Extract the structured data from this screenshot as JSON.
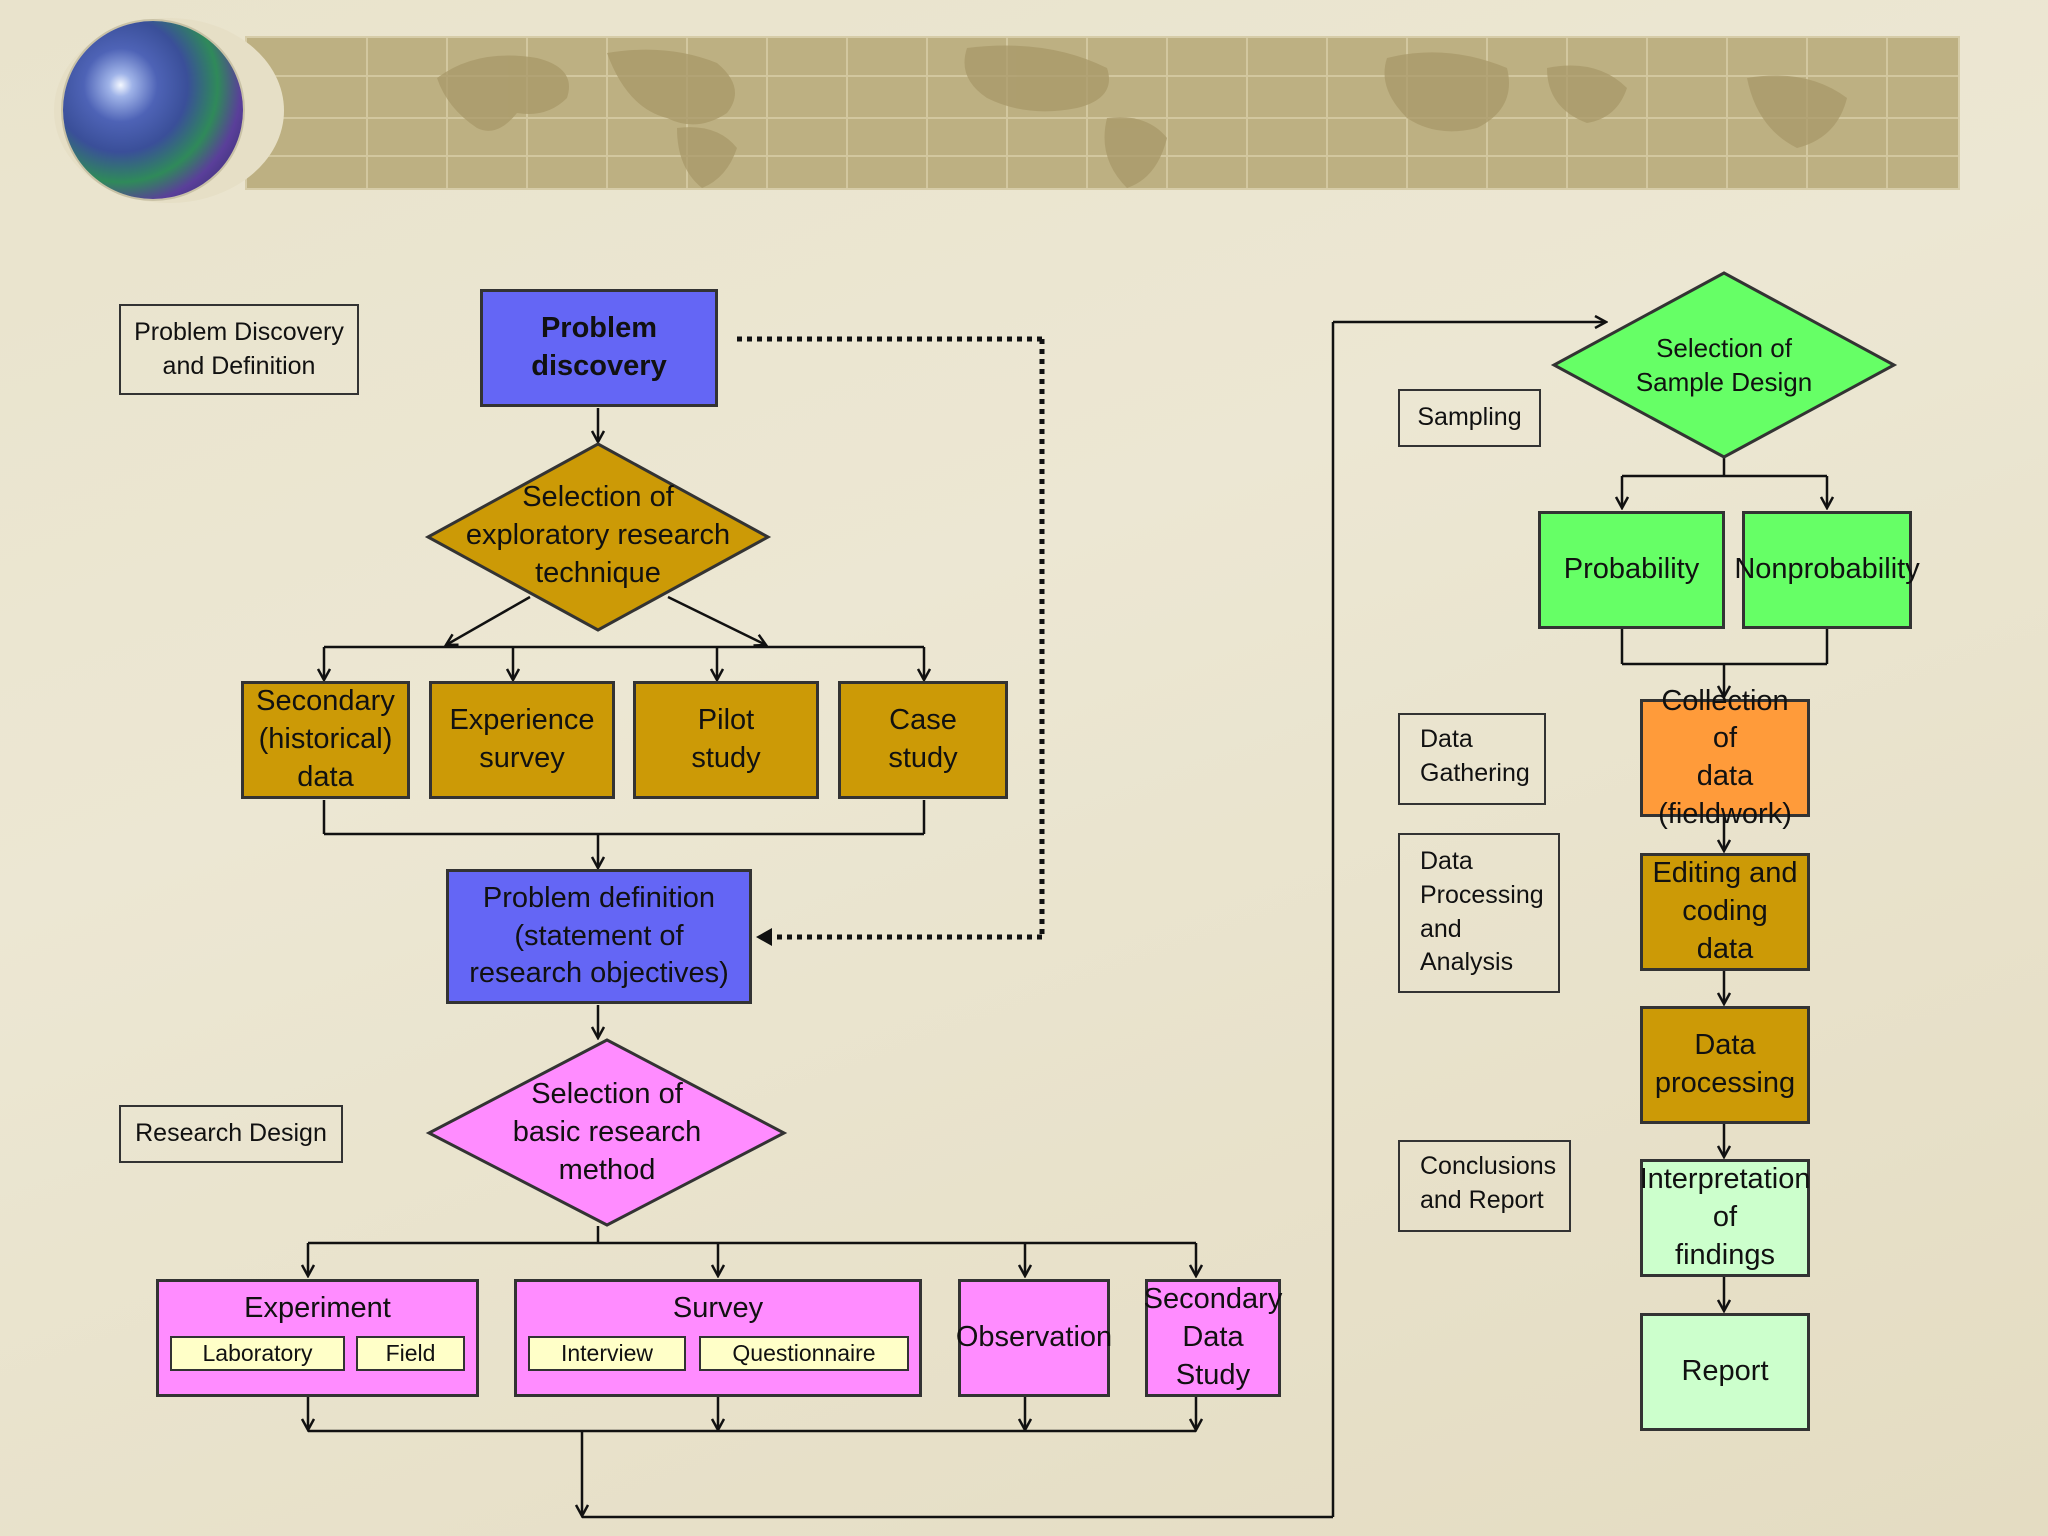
{
  "colors": {
    "blue": "#6466f5",
    "gold": "#cc9a06",
    "pink": "#ff8cff",
    "green": "#66ff66",
    "orange": "#ff9b3a",
    "mint": "#ccffcc",
    "sub_box": "#ffffc8",
    "banner": "#bdb082"
  },
  "icons": {
    "globe": "globe-icon"
  },
  "stage_labels": {
    "problem": "Problem Discovery\nand Definition",
    "design": "Research Design",
    "sampling": "Sampling",
    "gathering": "Data\nGathering",
    "processing": "Data\nProcessing\nand\nAnalysis",
    "conclusions": "Conclusions\nand Report"
  },
  "nodes": {
    "problem_discovery": "Problem\ndiscovery",
    "exploratory": "Selection of\nexploratory research\ntechnique",
    "secondary": "Secondary\n(historical)\ndata",
    "experience": "Experience\nsurvey",
    "pilot": "Pilot\nstudy",
    "case": "Case\nstudy",
    "definition": "Problem definition\n(statement of\nresearch objectives)",
    "basic_method": "Selection of\nbasic research\nmethod",
    "experiment": "Experiment",
    "laboratory": "Laboratory",
    "field": "Field",
    "survey": "Survey",
    "interview": "Interview",
    "questionnaire": "Questionnaire",
    "observation": "Observation",
    "secondary_study": "Secondary\nData Study",
    "sample_design": "Selection of\nSample Design",
    "probability": "Probability",
    "nonprobability": "Nonprobability",
    "collection": "Collection of\ndata\n(fieldwork)",
    "editing": "Editing and\ncoding\ndata",
    "data_processing": "Data\nprocessing",
    "interpretation": "Interpretation\nof\nfindings",
    "report": "Report"
  }
}
